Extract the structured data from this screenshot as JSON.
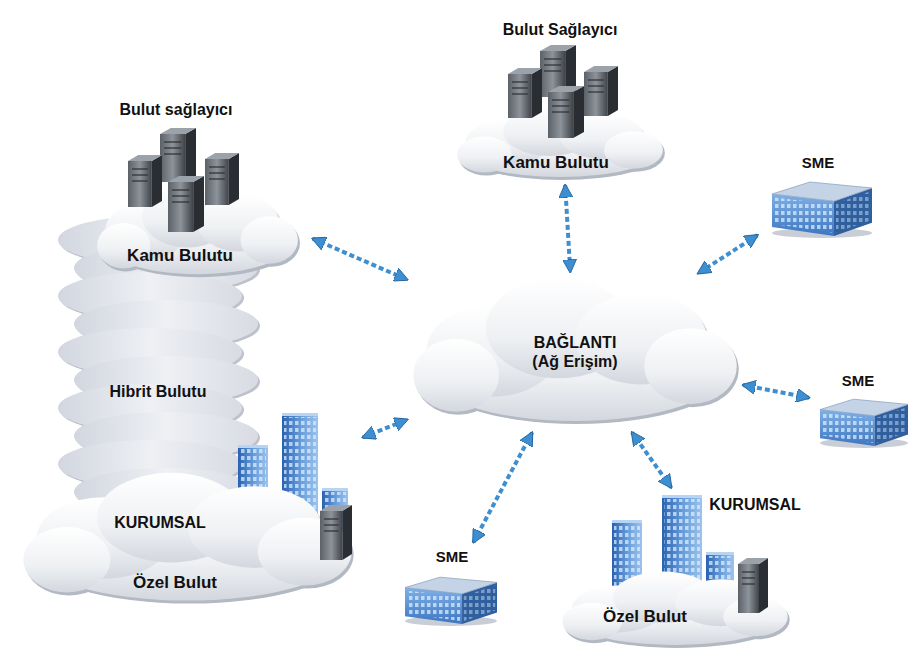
{
  "diagram": {
    "nodes": [
      {
        "text": [
          "Hibrit Bulutu"
        ]
      },
      {
        "text": [
          "Bulut sağlayıcı",
          "Kamu Bulutu"
        ],
        "in": 0
      },
      {
        "text": [
          "KURUMSAL",
          "Özel Bulut"
        ],
        "in": 0
      },
      {
        "text": [
          "Bulut Sağlayıcı",
          "Kamu Bulutu"
        ]
      },
      {
        "text": [
          "SME"
        ]
      },
      {
        "text": [
          "BAĞLANTI (Ağ Erişim)"
        ]
      },
      {
        "text": [
          "SME"
        ]
      },
      {
        "text": [
          "SME"
        ]
      },
      {
        "text": [
          "KURUMSAL",
          "Özel Bulut"
        ]
      }
    ],
    "edges": [
      {
        "from": 1,
        "to": 5,
        "arrow": "both"
      },
      {
        "from": 3,
        "to": 5,
        "arrow": "both"
      },
      {
        "from": 4,
        "to": 5,
        "arrow": "both"
      },
      {
        "from": 6,
        "to": 5,
        "arrow": "both"
      },
      {
        "from": 2,
        "to": 5,
        "arrow": "both"
      },
      {
        "from": 7,
        "to": 5,
        "arrow": "both"
      },
      {
        "from": 8,
        "to": 5,
        "arrow": "both"
      }
    ]
  }
}
